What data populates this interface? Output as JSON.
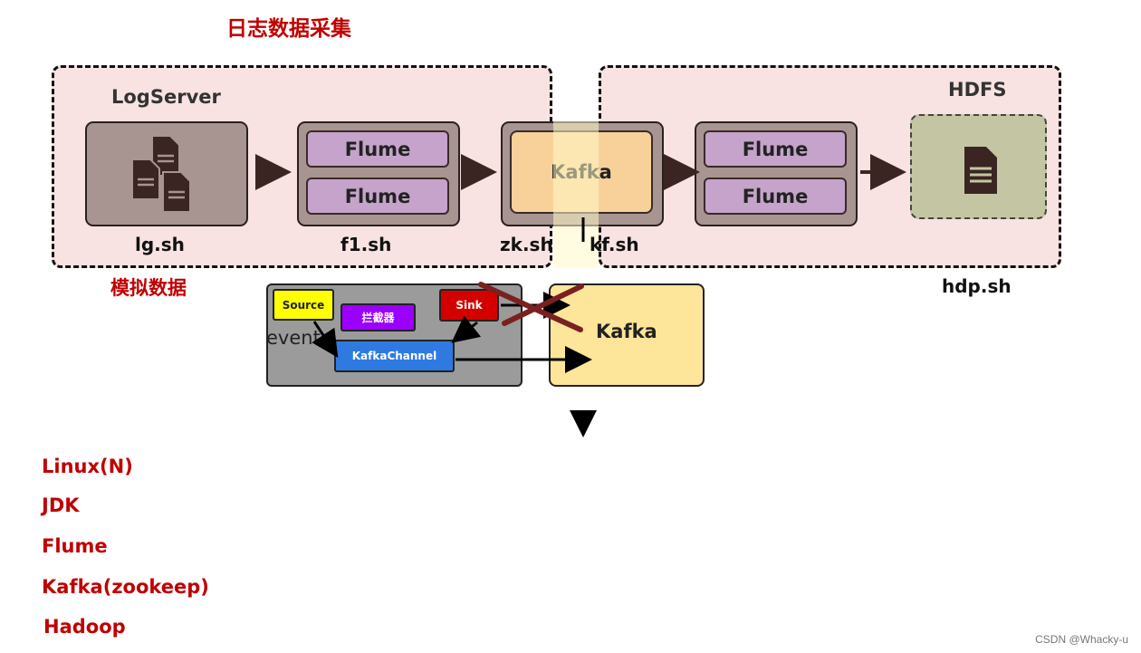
{
  "title": "日志数据采集",
  "mock_label": "模拟数据",
  "logserver": {
    "title": "LogServer",
    "script": "lg.sh"
  },
  "flume_group_1": {
    "items": [
      "Flume",
      "Flume"
    ],
    "script": "f1.sh"
  },
  "kafka_main": {
    "label": "Kafka",
    "script_left": "zk.sh",
    "script_right": "kf.sh"
  },
  "flume_group_2": {
    "items": [
      "Flume",
      "Flume"
    ]
  },
  "hdfs": {
    "title": "HDFS",
    "script": "hdp.sh"
  },
  "detail": {
    "source": "Source",
    "interceptor": "拦截器",
    "sink": "Sink",
    "channel": "KafkaChannel",
    "event": "event",
    "kafka": "Kafka"
  },
  "tech_stack": [
    "Linux(N)",
    "JDK",
    "Flume",
    "Kafka(zookeep)",
    "Hadoop"
  ],
  "watermark": "CSDN @Whacky-u",
  "colors": {
    "title_red": "#c00000",
    "zone_bg": "#f8e3e2",
    "flume_purple": "#c5a3cb",
    "kafka_orange": "#f8d19a",
    "kafka_yellow": "#fde59a",
    "hdfs_green": "#c4c6a3",
    "source_yellow": "#ffff00",
    "interceptor_purple": "#9b00ff",
    "sink_red": "#d40000",
    "channel_blue": "#2f7ae0"
  }
}
